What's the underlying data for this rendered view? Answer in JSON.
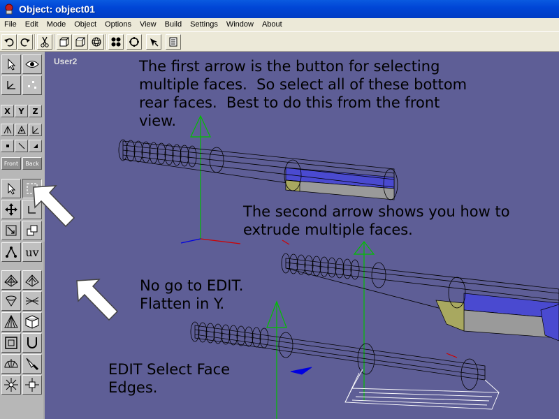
{
  "window": {
    "title": "Object: object01"
  },
  "menu": [
    "File",
    "Edit",
    "Mode",
    "Object",
    "Options",
    "View",
    "Build",
    "Settings",
    "Window",
    "About"
  ],
  "toolbar": {
    "buttons": [
      "undo-icon",
      "redo-icon",
      "cut-icon",
      "cube-front-icon",
      "cube-side-icon",
      "sphere-icon",
      "vertices-icon",
      "rotate-view-icon",
      "move-point-icon",
      "list-icon"
    ]
  },
  "palette": {
    "axis_labels": [
      "X",
      "Y",
      "Z"
    ],
    "view_labels": [
      "Front",
      "Back"
    ],
    "uv_label": "uv"
  },
  "viewport": {
    "label": "User2",
    "notes": [
      "The first arrow is the button for selecting\nmultiple faces.  So select all of these bottom\nrear faces.  Best to do this from the front\nview.",
      "The second arrow shows you how to\nextrude multiple faces.",
      "No go to EDIT.\nFlatten in Y.",
      "EDIT Select Face\nEdges."
    ]
  },
  "colors": {
    "viewport_bg": "#5e5e96",
    "selected_face": "#4a4ad0",
    "yellow_face": "#a0a060",
    "axis_green": "#00c000",
    "axis_red": "#d00000",
    "axis_blue": "#0000e0"
  }
}
